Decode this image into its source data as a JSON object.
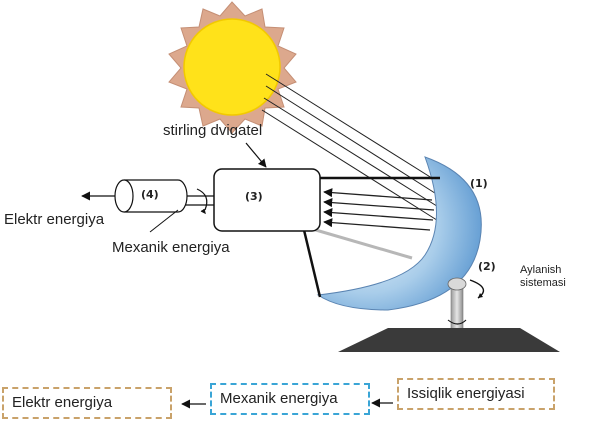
{
  "labels": {
    "stirling": "stirling dvigatel",
    "num1": "(1)",
    "num2": "(2)",
    "num3": "(3)",
    "num4": "(4)",
    "elektr": "Elektr energiya",
    "mexanik": "Mexanik energiya",
    "aylanish_line1": "Aylanish",
    "aylanish_line2": "sistemasi"
  },
  "flow": {
    "box_elektr": "Elektr energiya",
    "box_mexanik": "Mexanik energiya",
    "box_issiqlik": "Issiqlik energiyasi"
  },
  "colors": {
    "sun_fill": "#ffe21a",
    "sun_rays": "#d9a88e",
    "dish_light": "#eef6fc",
    "dish_dark": "#5b97cf",
    "base": "#3a3a3a",
    "box_dashed": "#c9a26a",
    "box_blue": "#3aa5d6"
  }
}
